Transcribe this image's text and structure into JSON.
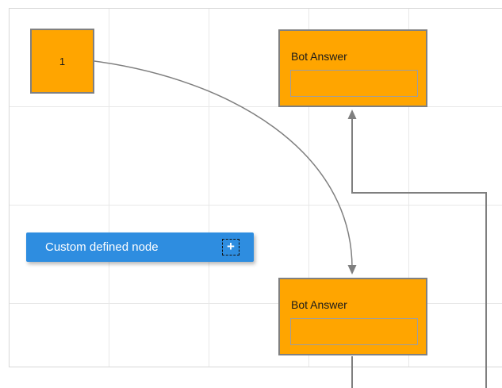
{
  "diagram": {
    "nodes": {
      "start": {
        "label": "1"
      },
      "bot_answer_top": {
        "title": "Bot Answer"
      },
      "bot_answer_bottom": {
        "title": "Bot Answer"
      },
      "custom_node": {
        "label": "Custom defined node",
        "add_button": "+"
      }
    },
    "connectors": {
      "curve_from_start_to_bottom_bot": "arrow-down",
      "ortho_loop_to_top_bot": "arrow-up"
    }
  },
  "theme": {
    "node-orange": "#FFA500",
    "node-border": "#808080",
    "node-blue": "#2E8DE0",
    "connector-color": "#7F7F7F",
    "grid-color": "#E8E8E8",
    "canvas-border": "#D8D8D8",
    "inner-rect-border": "#9E9E9E"
  }
}
